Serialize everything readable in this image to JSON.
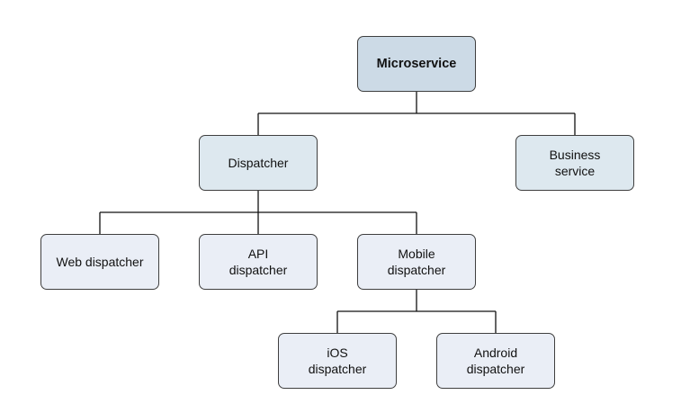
{
  "colors": {
    "root_fill": "#ccdae6",
    "mid_fill": "#dde8ef",
    "leaf_fill": "#eaeef6",
    "connector": "#111111",
    "border": "#3f3f3f"
  },
  "diagram": {
    "type": "tree",
    "nodes": [
      {
        "id": "microservice",
        "label": "Microservice",
        "parent": null,
        "fill": "root_fill"
      },
      {
        "id": "dispatcher",
        "label": "Dispatcher",
        "parent": "microservice",
        "fill": "mid_fill"
      },
      {
        "id": "business",
        "label": "Business\nservice",
        "parent": "microservice",
        "fill": "mid_fill"
      },
      {
        "id": "web",
        "label": "Web dispatcher",
        "parent": "dispatcher",
        "fill": "leaf_fill"
      },
      {
        "id": "api",
        "label": "API\ndispatcher",
        "parent": "dispatcher",
        "fill": "leaf_fill"
      },
      {
        "id": "mobile",
        "label": "Mobile\ndispatcher",
        "parent": "dispatcher",
        "fill": "leaf_fill"
      },
      {
        "id": "ios",
        "label": "iOS\ndispatcher",
        "parent": "mobile",
        "fill": "leaf_fill"
      },
      {
        "id": "android",
        "label": "Android\ndispatcher",
        "parent": "mobile",
        "fill": "leaf_fill"
      }
    ]
  }
}
